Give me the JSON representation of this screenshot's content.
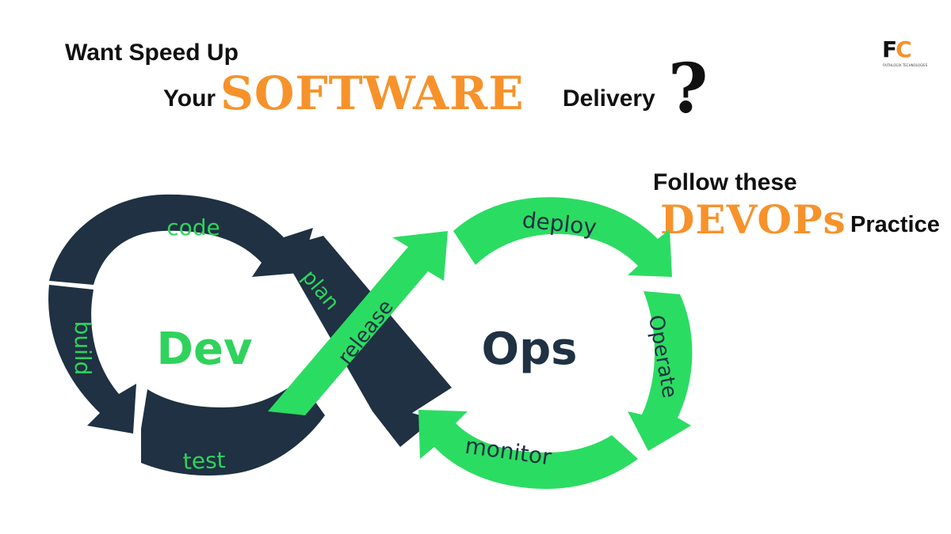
{
  "heading": {
    "line1": "Want Speed Up",
    "your": "Your",
    "software": "SOFTWARE",
    "delivery": "Delivery",
    "question": "?",
    "line3": "Follow these",
    "devops": "DEVOPs",
    "practice": "Practice"
  },
  "logo": {
    "mark_f": "F",
    "mark_c": "C",
    "caption": "FAITHLOGIX TECHNOLOGIES"
  },
  "diagram": {
    "dev_label": "Dev",
    "ops_label": "Ops",
    "stages": {
      "code": "code",
      "build": "build",
      "test": "test",
      "plan": "plan",
      "release": "release",
      "deploy": "deploy",
      "operate": "Operate",
      "monitor": "monitor"
    }
  },
  "colors": {
    "navy": "#1f3142",
    "green": "#2bdc62",
    "orange": "#f7922b",
    "text_green": "#2fd35c"
  }
}
